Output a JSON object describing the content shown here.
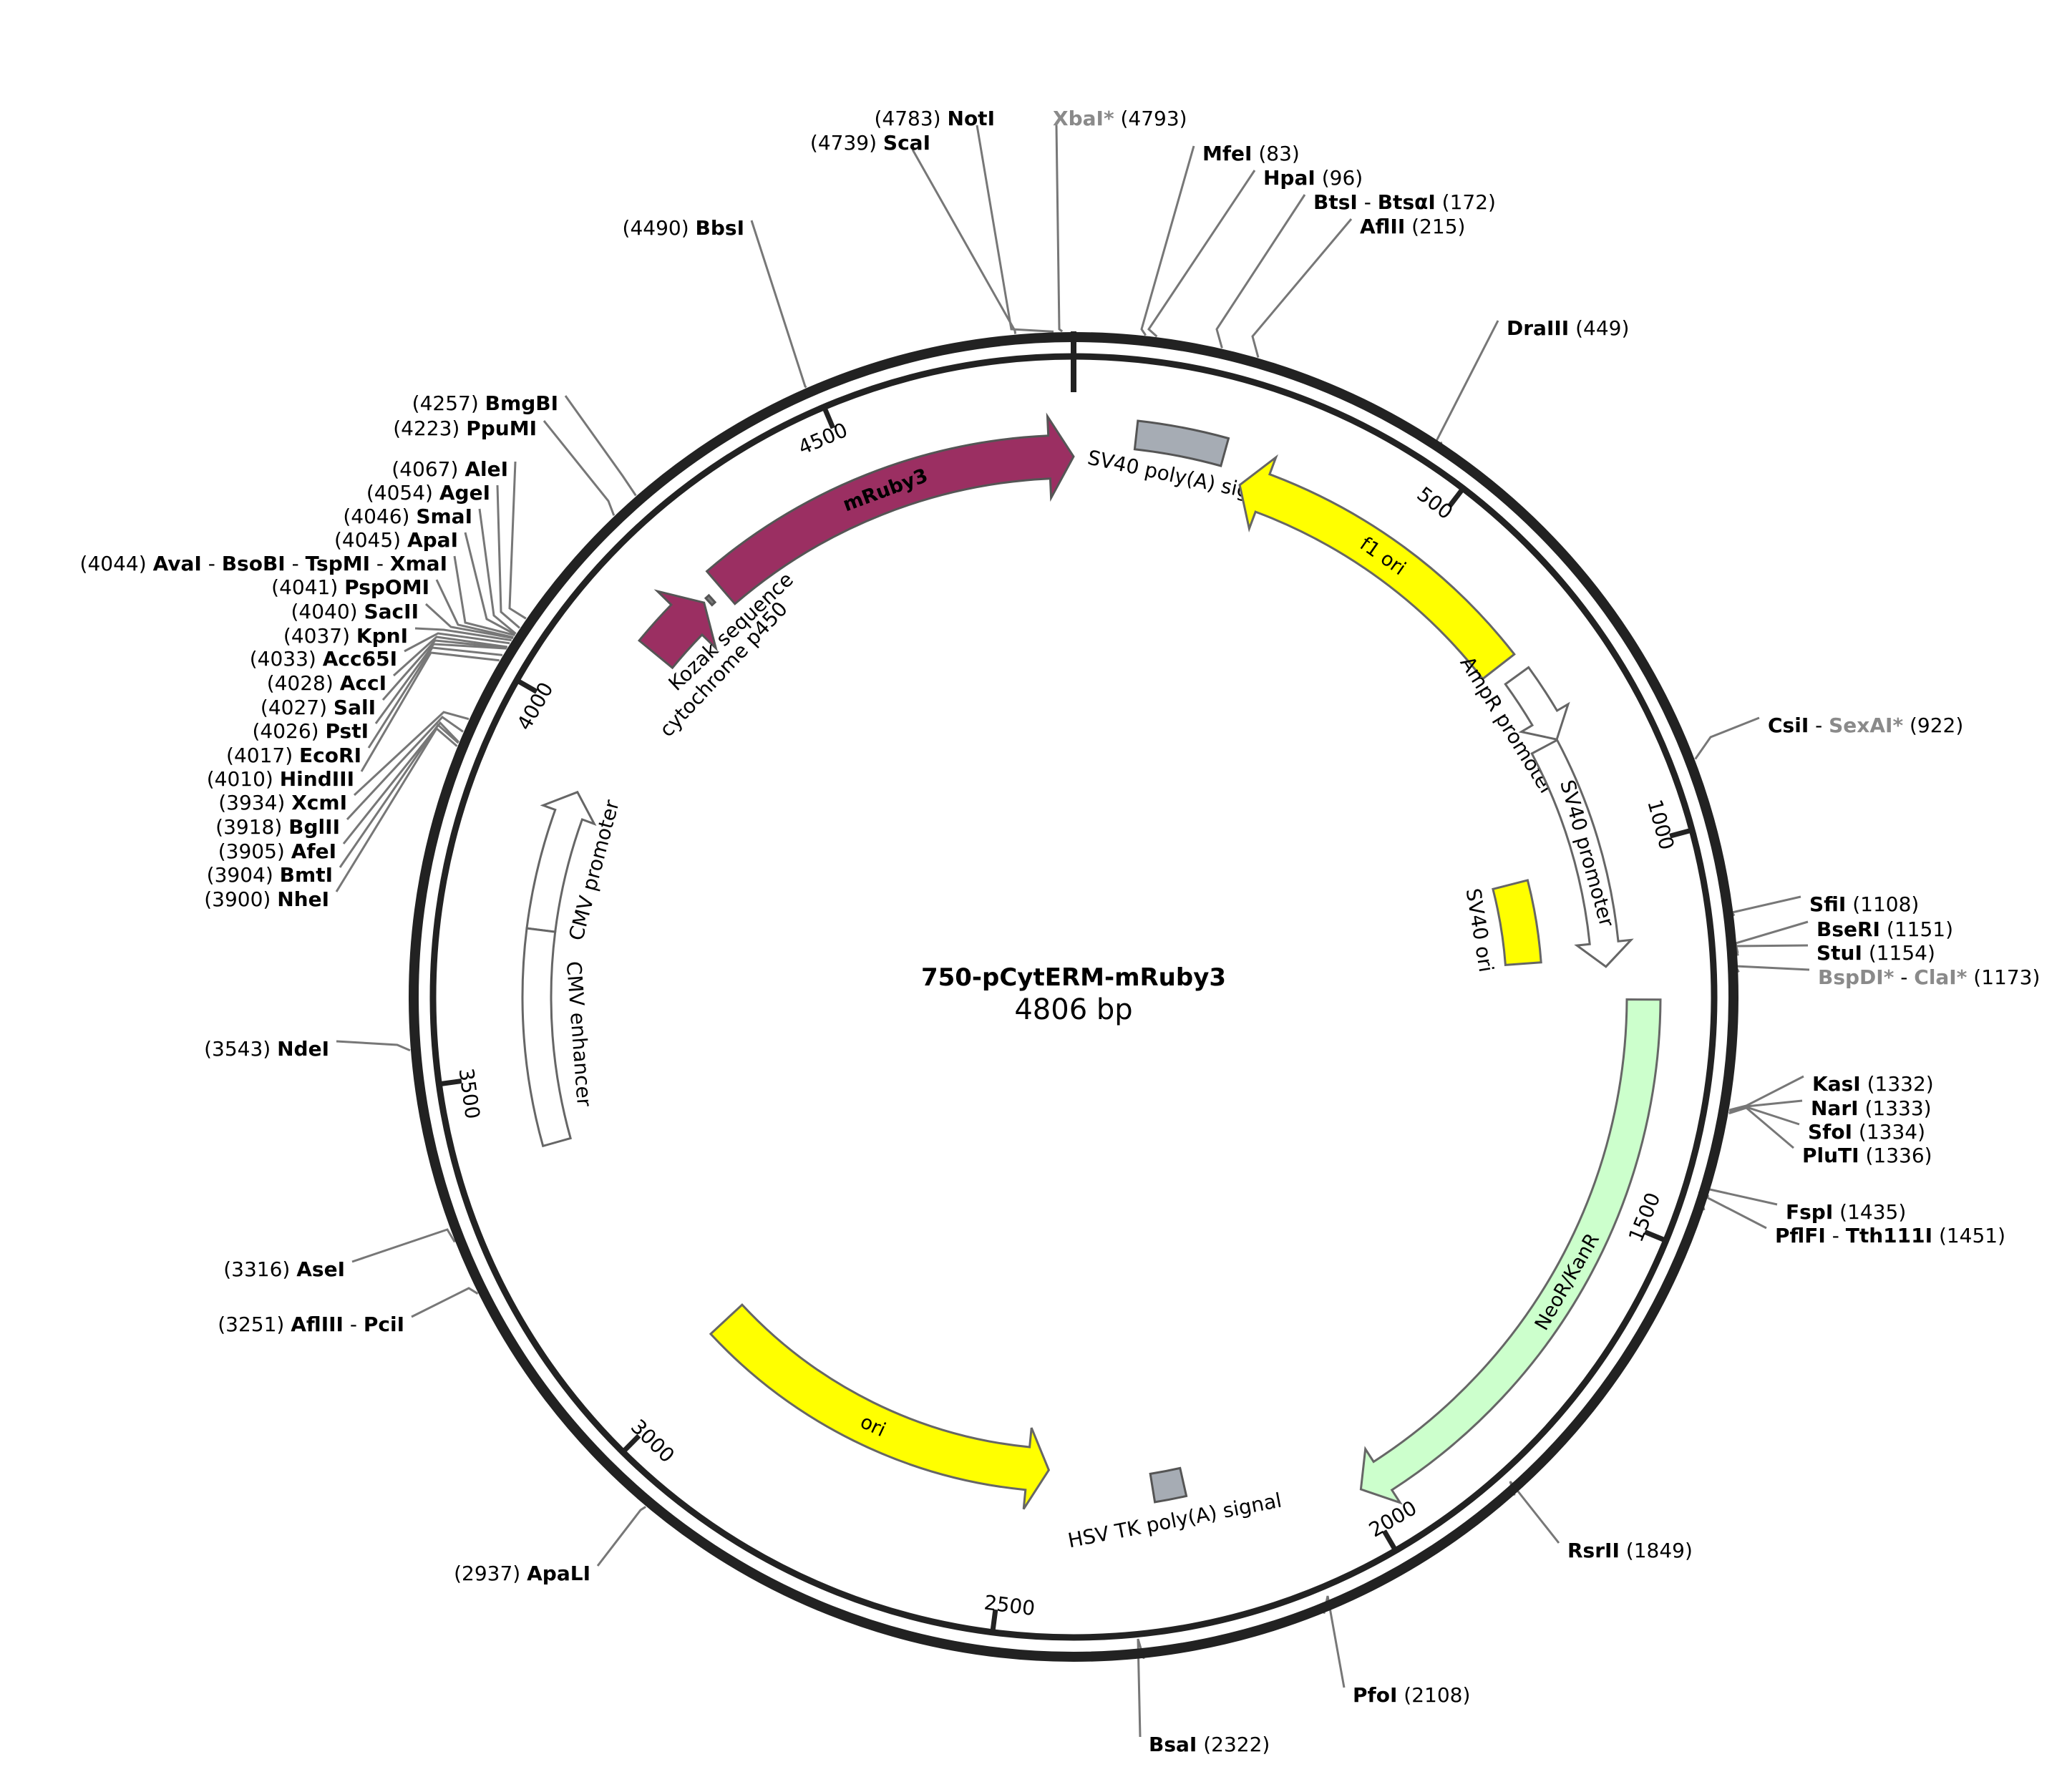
{
  "map": {
    "name": "750-pCytERM-mRuby3",
    "length_label": "4806 bp",
    "total_bp": 4806
  },
  "ticks": [
    {
      "bp": 500,
      "label": "500"
    },
    {
      "bp": 1000,
      "label": "1000"
    },
    {
      "bp": 1500,
      "label": "1500"
    },
    {
      "bp": 2000,
      "label": "2000"
    },
    {
      "bp": 2500,
      "label": "2500"
    },
    {
      "bp": 3000,
      "label": "3000"
    },
    {
      "bp": 3500,
      "label": "3500"
    },
    {
      "bp": 4000,
      "label": "4000"
    },
    {
      "bp": 4500,
      "label": "4500"
    }
  ],
  "features": [
    {
      "id": "mruby3",
      "label": "mRuby3",
      "start": 4262,
      "end": 4806,
      "strand": 1,
      "color": "#9b2f62",
      "kind": "arrow",
      "label_inside": true,
      "label_color": "#ffffff"
    },
    {
      "id": "cytochrome-p450",
      "label": "cytochrome p450",
      "start": 4130,
      "end": 4230,
      "strand": 1,
      "color": "#9b2f62",
      "kind": "arrow"
    },
    {
      "id": "kozak",
      "label": "Kozak sequence",
      "start": 4236,
      "end": 4242,
      "strand": 0,
      "color": "#7a7a7a",
      "kind": "box"
    },
    {
      "id": "cmv-promoter",
      "label": "CMV promoter",
      "start": 3700,
      "end": 3904,
      "strand": 1,
      "color": "#ffffff",
      "kind": "arrow"
    },
    {
      "id": "cmv-enhancer",
      "label": "CMV enhancer",
      "start": 3395,
      "end": 3700,
      "strand": 0,
      "color": "#ffffff",
      "kind": "box"
    },
    {
      "id": "sv40-polya",
      "label": "SV40 poly(A) signal",
      "start": 85,
      "end": 207,
      "strand": 0,
      "color": "#a6acb4",
      "kind": "box"
    },
    {
      "id": "f1-ori",
      "label": "f1 ori",
      "start": 240,
      "end": 696,
      "strand": -1,
      "color": "#ffff00",
      "kind": "arrow",
      "label_inside": true,
      "label_color": "#000000"
    },
    {
      "id": "ampr-promoter",
      "label": "AmpR promoter",
      "start": 722,
      "end": 827,
      "strand": 1,
      "color": "#ffffff",
      "kind": "arrow"
    },
    {
      "id": "sv40-promoter",
      "label": "SV40 promoter",
      "start": 828,
      "end": 1158,
      "strand": 1,
      "color": "#ffffff",
      "kind": "arrow"
    },
    {
      "id": "sv40-ori",
      "label": "SV40 ori",
      "start": 1009,
      "end": 1145,
      "strand": 0,
      "color": "#ffff00",
      "kind": "box"
    },
    {
      "id": "neor-kanr",
      "label": "NeoR/KanR",
      "start": 1205,
      "end": 1999,
      "strand": 1,
      "color": "#ccffcc",
      "kind": "arrow",
      "label_inside": true,
      "label_color": "#000000"
    },
    {
      "id": "hsv-tk-polya",
      "label": "HSV TK poly(A) signal",
      "start": 2233,
      "end": 2281,
      "strand": 0,
      "color": "#a6acb4",
      "kind": "box"
    },
    {
      "id": "ori",
      "label": "ori",
      "start": 2443,
      "end": 3032,
      "strand": -1,
      "color": "#ffff00",
      "kind": "arrow",
      "label_inside": true,
      "label_color": "#000000"
    }
  ],
  "sites": [
    {
      "names": [
        {
          "text": "NotI",
          "gray": false
        }
      ],
      "pos": "(4783)"
    },
    {
      "names": [
        {
          "text": "ScaI",
          "gray": false
        }
      ],
      "pos": "(4739)"
    },
    {
      "names": [
        {
          "text": "XbaI*",
          "gray": true
        }
      ],
      "pos": "(4793)"
    },
    {
      "names": [
        {
          "text": "MfeI",
          "gray": false
        }
      ],
      "pos": "(83)"
    },
    {
      "names": [
        {
          "text": "HpaI",
          "gray": false
        }
      ],
      "pos": "(96)"
    },
    {
      "names": [
        {
          "text": "BtsI",
          "gray": false
        },
        {
          "text": "BtsαI",
          "gray": false
        }
      ],
      "pos": "(172)"
    },
    {
      "names": [
        {
          "text": "AflII",
          "gray": false
        }
      ],
      "pos": "(215)"
    },
    {
      "names": [
        {
          "text": "DraIII",
          "gray": false
        }
      ],
      "pos": "(449)"
    },
    {
      "names": [
        {
          "text": "BbsI",
          "gray": false
        }
      ],
      "pos": "(4490)"
    },
    {
      "names": [
        {
          "text": "BmgBI",
          "gray": false
        }
      ],
      "pos": "(4257)"
    },
    {
      "names": [
        {
          "text": "PpuMI",
          "gray": false
        }
      ],
      "pos": "(4223)"
    },
    {
      "names": [
        {
          "text": "AleI",
          "gray": false
        }
      ],
      "pos": "(4067)"
    },
    {
      "names": [
        {
          "text": "AgeI",
          "gray": false
        }
      ],
      "pos": "(4054)"
    },
    {
      "names": [
        {
          "text": "SmaI",
          "gray": false
        }
      ],
      "pos": "(4046)"
    },
    {
      "names": [
        {
          "text": "ApaI",
          "gray": false
        }
      ],
      "pos": "(4045)"
    },
    {
      "names": [
        {
          "text": "AvaI",
          "gray": false
        },
        {
          "text": "BsoBI",
          "gray": false
        },
        {
          "text": "TspMI",
          "gray": false
        },
        {
          "text": "XmaI",
          "gray": false
        }
      ],
      "pos": "(4044)"
    },
    {
      "names": [
        {
          "text": "PspOMI",
          "gray": false
        }
      ],
      "pos": "(4041)"
    },
    {
      "names": [
        {
          "text": "SacII",
          "gray": false
        }
      ],
      "pos": "(4040)"
    },
    {
      "names": [
        {
          "text": "KpnI",
          "gray": false
        }
      ],
      "pos": "(4037)"
    },
    {
      "names": [
        {
          "text": "Acc65I",
          "gray": false
        }
      ],
      "pos": "(4033)"
    },
    {
      "names": [
        {
          "text": "AccI",
          "gray": false
        }
      ],
      "pos": "(4028)"
    },
    {
      "names": [
        {
          "text": "SalI",
          "gray": false
        }
      ],
      "pos": "(4027)"
    },
    {
      "names": [
        {
          "text": "PstI",
          "gray": false
        }
      ],
      "pos": "(4026)"
    },
    {
      "names": [
        {
          "text": "EcoRI",
          "gray": false
        }
      ],
      "pos": "(4017)"
    },
    {
      "names": [
        {
          "text": "HindIII",
          "gray": false
        }
      ],
      "pos": "(4010)"
    },
    {
      "names": [
        {
          "text": "XcmI",
          "gray": false
        }
      ],
      "pos": "(3934)"
    },
    {
      "names": [
        {
          "text": "BglII",
          "gray": false
        }
      ],
      "pos": "(3918)"
    },
    {
      "names": [
        {
          "text": "AfeI",
          "gray": false
        }
      ],
      "pos": "(3905)"
    },
    {
      "names": [
        {
          "text": "BmtI",
          "gray": false
        }
      ],
      "pos": "(3904)"
    },
    {
      "names": [
        {
          "text": "NheI",
          "gray": false
        }
      ],
      "pos": "(3900)"
    },
    {
      "names": [
        {
          "text": "NdeI",
          "gray": false
        }
      ],
      "pos": "(3543)"
    },
    {
      "names": [
        {
          "text": "AseI",
          "gray": false
        }
      ],
      "pos": "(3316)"
    },
    {
      "names": [
        {
          "text": "AflIII",
          "gray": false
        },
        {
          "text": "PciI",
          "gray": false
        }
      ],
      "pos": "(3251)"
    },
    {
      "names": [
        {
          "text": "ApaLI",
          "gray": false
        }
      ],
      "pos": "(2937)"
    },
    {
      "names": [
        {
          "text": "CsiI",
          "gray": false
        },
        {
          "text": "SexAI*",
          "gray": true
        }
      ],
      "pos": "(922)"
    },
    {
      "names": [
        {
          "text": "SfiI",
          "gray": false
        }
      ],
      "pos": "(1108)"
    },
    {
      "names": [
        {
          "text": "BseRI",
          "gray": false
        }
      ],
      "pos": "(1151)"
    },
    {
      "names": [
        {
          "text": "StuI",
          "gray": false
        }
      ],
      "pos": "(1154)"
    },
    {
      "names": [
        {
          "text": "BspDI*",
          "gray": true
        },
        {
          "text": "ClaI*",
          "gray": true
        }
      ],
      "pos": "(1173)"
    },
    {
      "names": [
        {
          "text": "KasI",
          "gray": false
        }
      ],
      "pos": "(1332)"
    },
    {
      "names": [
        {
          "text": "NarI",
          "gray": false
        }
      ],
      "pos": "(1333)"
    },
    {
      "names": [
        {
          "text": "SfoI",
          "gray": false
        }
      ],
      "pos": "(1334)"
    },
    {
      "names": [
        {
          "text": "PluTI",
          "gray": false
        }
      ],
      "pos": "(1336)"
    },
    {
      "names": [
        {
          "text": "FspI",
          "gray": false
        }
      ],
      "pos": "(1435)"
    },
    {
      "names": [
        {
          "text": "PflFI",
          "gray": false
        },
        {
          "text": "Tth111I",
          "gray": false
        }
      ],
      "pos": "(1451)"
    },
    {
      "names": [
        {
          "text": "RsrII",
          "gray": false
        }
      ],
      "pos": "(1849)"
    },
    {
      "names": [
        {
          "text": "PfoI",
          "gray": false
        }
      ],
      "pos": "(2108)"
    },
    {
      "names": [
        {
          "text": "BsaI",
          "gray": false
        }
      ],
      "pos": "(2322)"
    }
  ]
}
